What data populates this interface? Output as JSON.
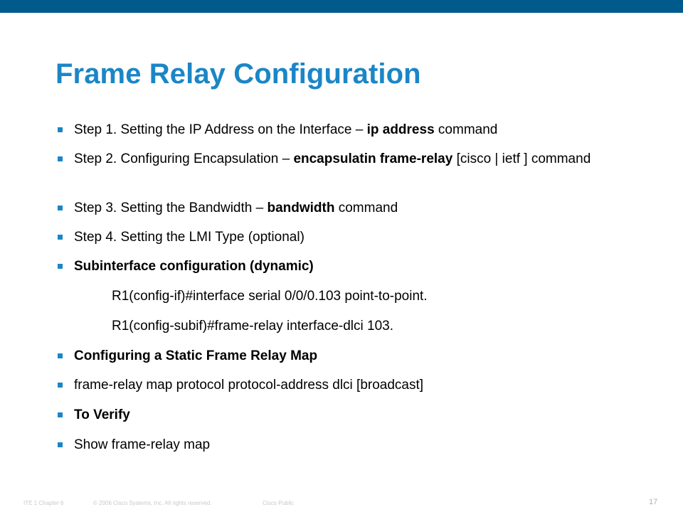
{
  "title": "Frame Relay Configuration",
  "bullets": {
    "step1": {
      "pre": "Step 1. Setting the IP Address on the Interface – ",
      "bold": "ip address",
      "post": " command"
    },
    "step2": {
      "pre": "Step 2. Configuring Encapsulation – ",
      "bold": "encapsulatin frame-relay",
      "post": " [cisco | ietf ] command"
    },
    "step3": {
      "pre": "Step 3. Setting the Bandwidth – ",
      "bold": "bandwidth",
      "post": " command"
    },
    "step4": "Step 4. Setting the LMI Type (optional)",
    "subinterface": "Subinterface configuration (dynamic)",
    "cmd1": "R1(config-if)#interface serial 0/0/0.103 point-to-point.",
    "cmd2": "R1(config-subif)#frame-relay interface-dlci 103.",
    "static_map": "Configuring a Static Frame Relay Map",
    "map_syntax": "frame-relay map protocol protocol-address dlci [broadcast]",
    "verify": "To Verify",
    "show": "Show frame-relay map"
  },
  "footer": {
    "chapter": "ITE 1 Chapter 6",
    "copyright": "© 2006 Cisco Systems, Inc. All rights reserved.",
    "classification": "Cisco Public",
    "page": "17"
  },
  "colors": {
    "top_bar": "#005a8c",
    "title": "#1b86c6",
    "bullet": "#1b86c6"
  }
}
